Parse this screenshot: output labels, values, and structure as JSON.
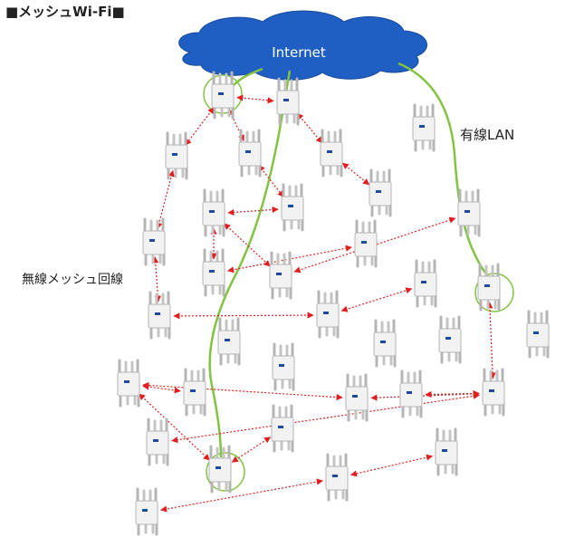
{
  "title": "■メッシュWi-Fi■",
  "labels": {
    "internet": "Internet",
    "wired": "有線LAN",
    "mesh": "無線メッシュ回線"
  },
  "colors": {
    "cloud": "#1f5fc4",
    "wired_line": "#82c341",
    "mesh_arrow": "#e02020",
    "ap_body": "#f2f2f2",
    "ap_outline": "#b5b5b5",
    "ap_logo": "#1c4aa0"
  },
  "gateway_nodes": [
    1,
    28,
    44
  ],
  "mesh_links": [
    [
      1,
      2
    ],
    [
      1,
      3
    ],
    [
      1,
      4
    ],
    [
      3,
      7
    ],
    [
      4,
      6
    ],
    [
      6,
      8
    ],
    [
      7,
      9
    ],
    [
      8,
      10
    ],
    [
      8,
      11
    ],
    [
      10,
      12
    ],
    [
      11,
      13
    ],
    [
      2,
      14
    ],
    [
      14,
      15
    ],
    [
      15,
      17
    ],
    [
      17,
      16
    ],
    [
      18,
      28
    ],
    [
      28,
      27
    ],
    [
      28,
      29
    ],
    [
      28,
      26
    ],
    [
      26,
      25
    ],
    [
      25,
      24
    ],
    [
      25,
      31
    ],
    [
      31,
      30
    ],
    [
      31,
      38
    ],
    [
      33,
      32
    ],
    [
      32,
      34
    ],
    [
      34,
      40
    ],
    [
      40,
      42
    ],
    [
      43,
      44
    ],
    [
      44,
      39
    ],
    [
      44,
      41
    ],
    [
      41,
      45
    ],
    [
      45,
      46
    ],
    [
      36,
      37
    ],
    [
      37,
      35
    ]
  ]
}
